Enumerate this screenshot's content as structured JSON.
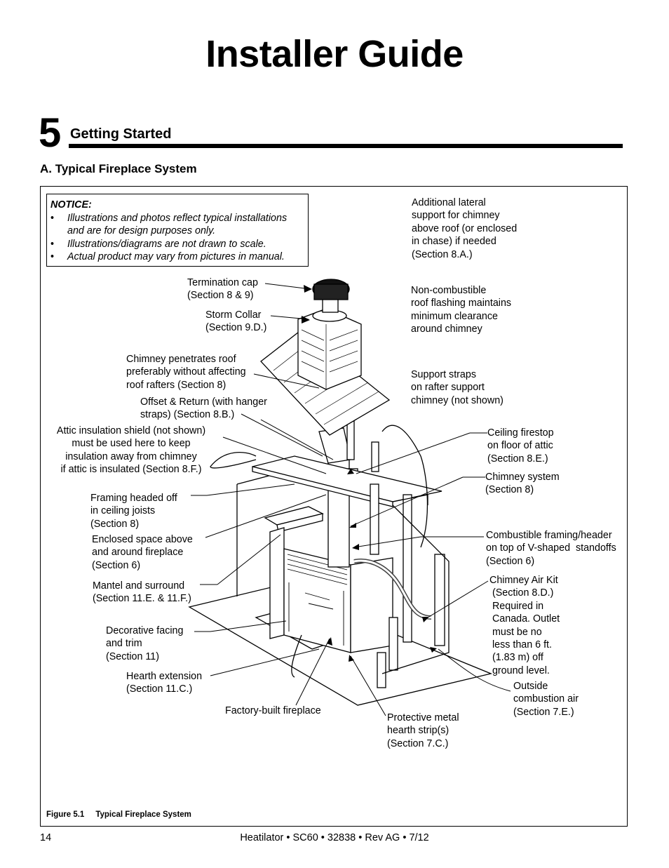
{
  "page": {
    "title": "Installer Guide",
    "section_number": "5",
    "section_title": "Getting Started",
    "subsection_title": "A. Typical Fireplace System",
    "page_number": "14",
    "footer": "Heatilator • SC60 • 32838 • Rev AG • 7/12"
  },
  "notice": {
    "heading": "NOTICE:",
    "items": [
      "Illustrations and photos reflect typical installations\nand are for design purposes only.",
      "Illustrations/diagrams are not drawn to scale.",
      "Actual product may vary from pictures in manual."
    ]
  },
  "figure": {
    "caption_num": "Figure 5.1",
    "caption_text": "Typical Fireplace System",
    "labels": {
      "lateral_support": "Additional lateral\nsupport for chimney\nabove roof (or enclosed\nin chase) if needed\n(Section 8.A.)",
      "termination_cap": "Termination cap\n(Section 8 & 9)",
      "storm_collar": "Storm Collar\n(Section 9.D.)",
      "roof_flashing": "Non-combustible\nroof flashing maintains\nminimum clearance\naround chimney",
      "chimney_penetrates": "Chimney penetrates roof\npreferably without affecting\nroof rafters (Section 8)",
      "support_straps": "Support straps\non rafter support\nchimney (not shown)",
      "offset_return": "Offset & Return (with hanger\nstraps) (Section 8.B.)",
      "attic_shield": "Attic insulation shield (not shown)\nmust be used here to keep\ninsulation away from chimney\nif attic is insulated (Section 8.F.)",
      "ceiling_firestop": "Ceiling firestop\non floor of attic\n(Section 8.E.)",
      "chimney_system": "Chimney system\n(Section 8)",
      "framing_headed": "Framing headed off\nin ceiling joists\n(Section 8)",
      "enclosed_space": "Enclosed space above\nand around fireplace\n(Section 6)",
      "combustible_framing": "Combustible framing/header\non top of V-shaped  standoffs\n(Section 6)",
      "mantel": "Mantel and surround\n(Section 11.E. & 11.F.)",
      "chimney_air_kit": "Chimney Air Kit\n (Section 8.D.)\n Required in\n Canada. Outlet\n must be no\n less than 6 ft.\n (1.83 m) off\n ground level.",
      "decorative_facing": "Decorative facing\nand trim\n(Section 11)",
      "hearth_extension": "Hearth extension\n(Section 11.C.)",
      "outside_air": "Outside\ncombustion air\n(Section 7.E.)",
      "factory_built": "Factory-built fireplace",
      "hearth_strip": "Protective metal\nhearth strip(s)\n(Section 7.C.)"
    }
  }
}
